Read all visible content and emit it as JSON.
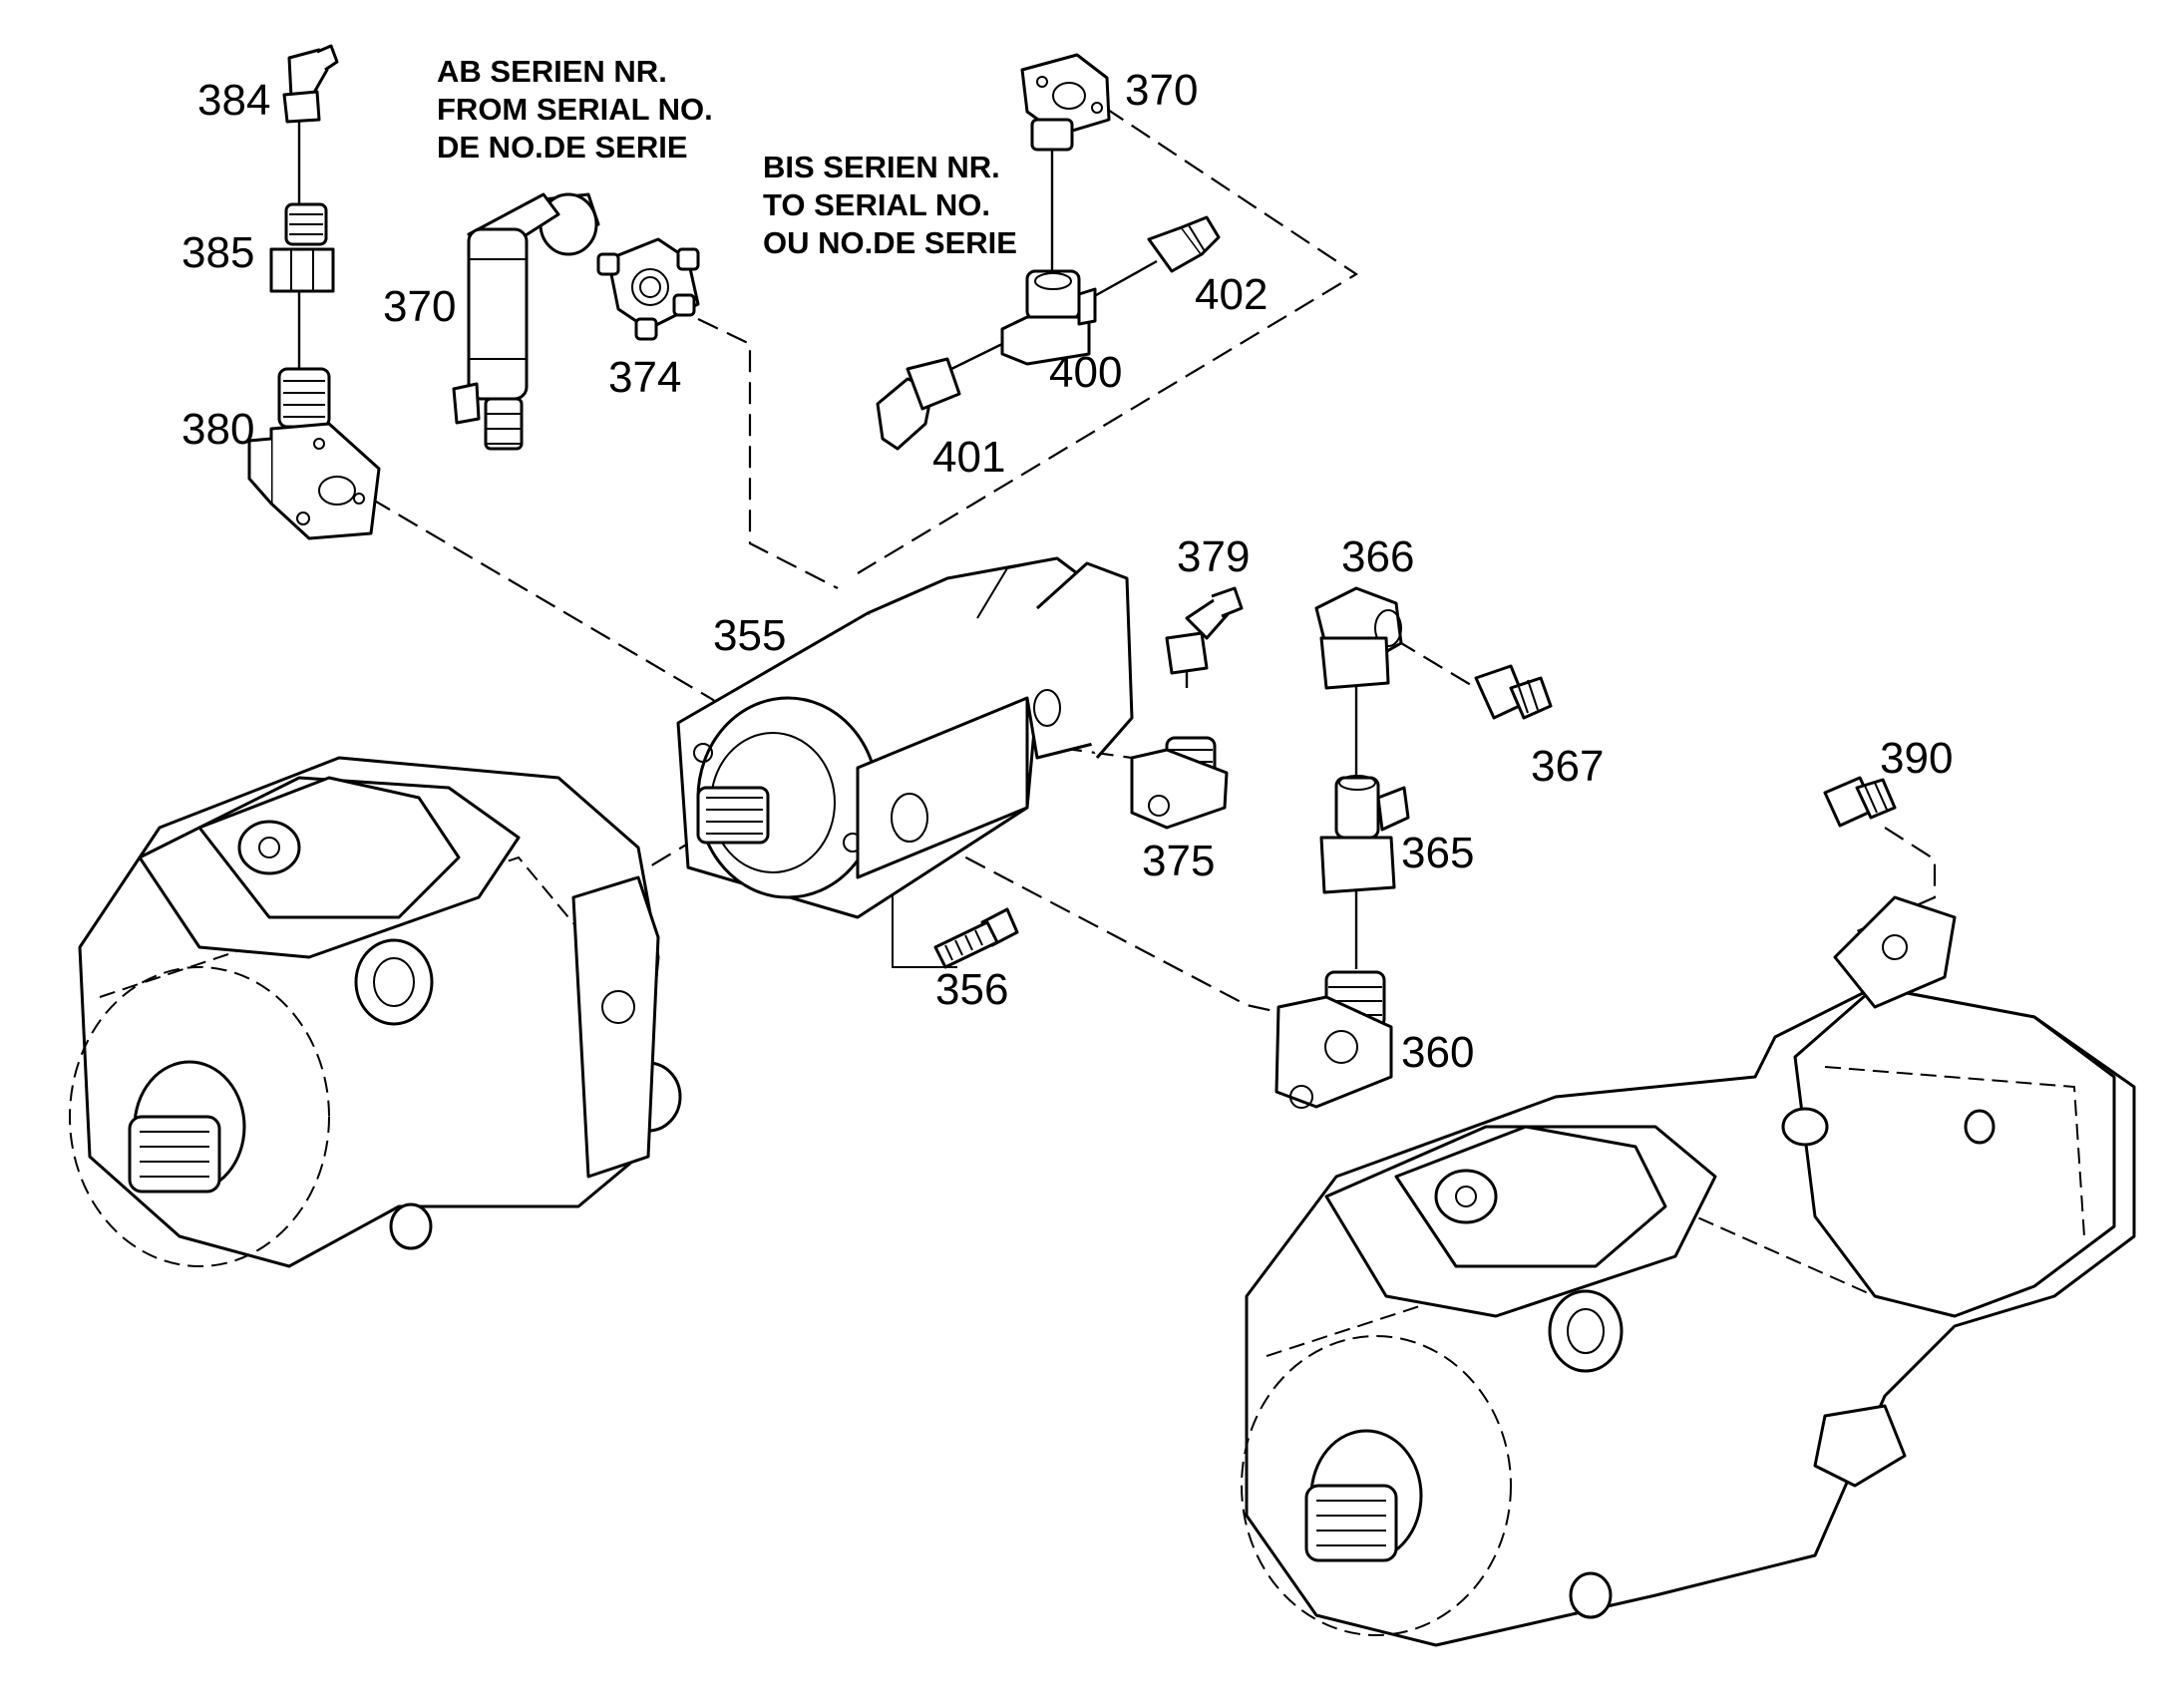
{
  "notes": {
    "from_serial": [
      "AB SERIEN NR.",
      "FROM SERIAL NO.",
      "DE NO.DE SERIE"
    ],
    "to_serial": [
      "BIS SERIEN NR.",
      "TO SERIAL NO.",
      "OU NO.DE SERIE"
    ]
  },
  "parts": {
    "p384": "384",
    "p385": "385",
    "p380": "380",
    "p370a": "370",
    "p374": "374",
    "p370b": "370",
    "p400": "400",
    "p401": "401",
    "p402": "402",
    "p355": "355",
    "p356": "356",
    "p379": "379",
    "p375": "375",
    "p366": "366",
    "p367": "367",
    "p365": "365",
    "p360": "360",
    "p390": "390"
  }
}
